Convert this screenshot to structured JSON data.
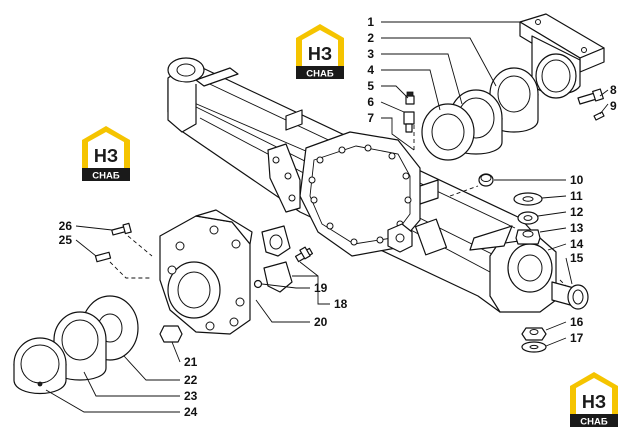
{
  "logo": {
    "top": "НЗ",
    "bottom": "СНАБ",
    "accent": "#f5c400",
    "dark": "#1a1a1a"
  },
  "labels": [
    "1",
    "2",
    "3",
    "4",
    "5",
    "6",
    "7",
    "8",
    "9",
    "10",
    "11",
    "12",
    "13",
    "14",
    "15",
    "16",
    "17",
    "18",
    "19",
    "20",
    "21",
    "22",
    "23",
    "24",
    "25",
    "26"
  ]
}
